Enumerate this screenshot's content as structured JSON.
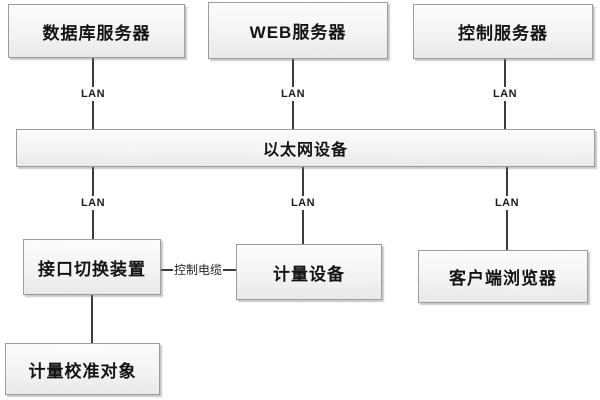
{
  "diagram": {
    "title": "network-metering-architecture",
    "nodes": {
      "db_server": {
        "label": "数据库服务器"
      },
      "web_server": {
        "label": "WEB服务器"
      },
      "control_server": {
        "label": "控制服务器"
      },
      "ethernet": {
        "label": "以太网设备"
      },
      "interface_switch": {
        "label": "接口切换装置"
      },
      "metering_device": {
        "label": "计量设备"
      },
      "client_browser": {
        "label": "客户端浏览器"
      },
      "calibration_target": {
        "label": "计量校准对象"
      }
    },
    "edge_labels": {
      "lan": "LAN",
      "control_cable": "控制电缆"
    },
    "colors": {
      "node_fill": "#f3f3f3",
      "node_border": "#9c9c9c",
      "line": "#3c3c3c",
      "text": "#141414",
      "background": "#ffffff"
    }
  }
}
